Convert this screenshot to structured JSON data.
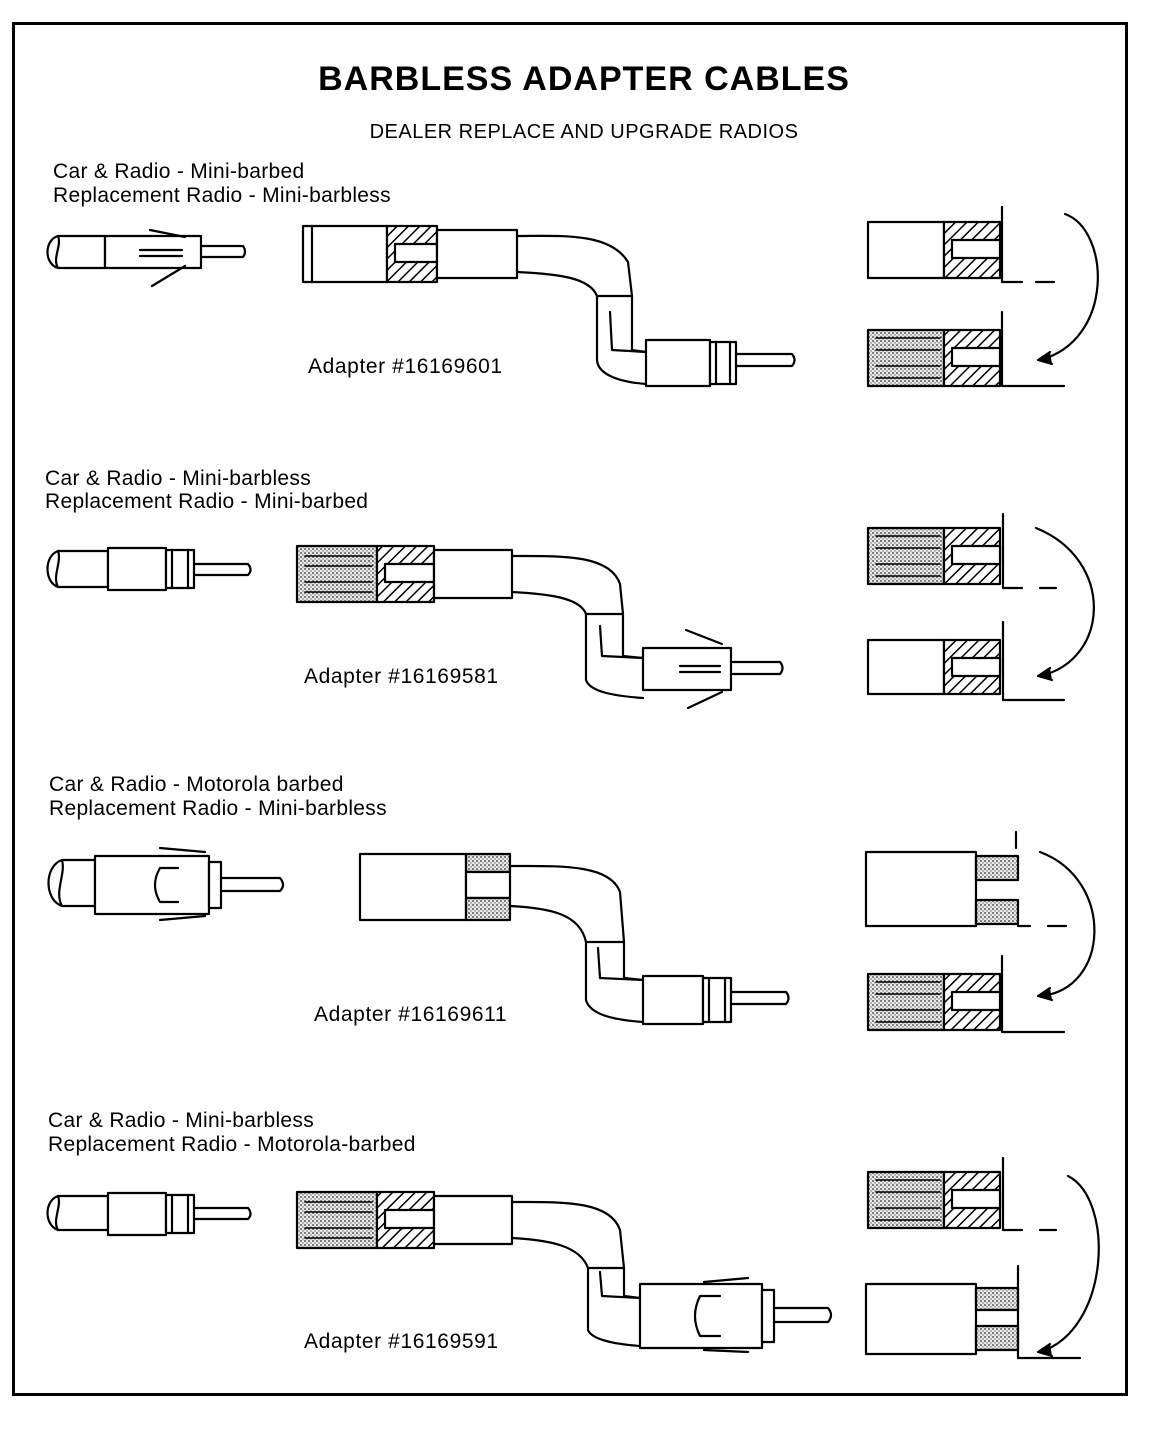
{
  "title": "BARBLESS ADAPTER CABLES",
  "subtitle": "DEALER REPLACE AND UPGRADE RADIOS",
  "sections": [
    {
      "line1": "Car & Radio - Mini-barbed",
      "line2": "Replacement Radio - Mini-barbless",
      "adapter": "Adapter #16169601"
    },
    {
      "line1": "Car & Radio - Mini-barbless",
      "line2": "Replacement Radio - Mini-barbed",
      "adapter": "Adapter #16169581"
    },
    {
      "line1": "Car & Radio - Motorola barbed",
      "line2": "Replacement Radio - Mini-barbless",
      "adapter": "Adapter #16169611"
    },
    {
      "line1": "Car & Radio - Mini-barbless",
      "line2": "Replacement Radio - Motorola-barbed",
      "adapter": "Adapter #16169591"
    }
  ]
}
